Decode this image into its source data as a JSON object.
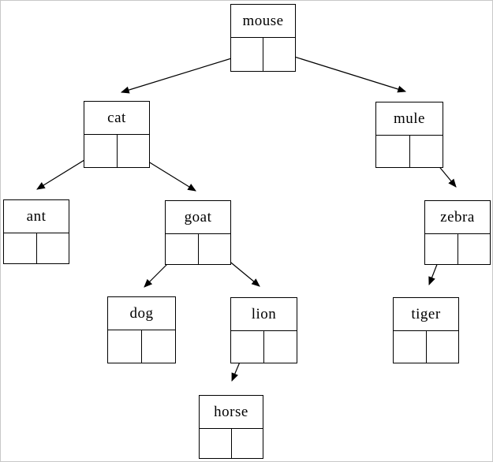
{
  "diagram": {
    "type": "binary-tree",
    "colors": {
      "background": "#ffffff",
      "line": "#000000",
      "page_border": "#c8c8c8"
    },
    "nodes": [
      {
        "id": "mouse",
        "label": "mouse"
      },
      {
        "id": "cat",
        "label": "cat"
      },
      {
        "id": "mule",
        "label": "mule"
      },
      {
        "id": "ant",
        "label": "ant"
      },
      {
        "id": "goat",
        "label": "goat"
      },
      {
        "id": "zebra",
        "label": "zebra"
      },
      {
        "id": "dog",
        "label": "dog"
      },
      {
        "id": "lion",
        "label": "lion"
      },
      {
        "id": "tiger",
        "label": "tiger"
      },
      {
        "id": "horse",
        "label": "horse"
      }
    ],
    "edges": [
      {
        "from": "mouse",
        "slot": "left",
        "to": "cat"
      },
      {
        "from": "mouse",
        "slot": "right",
        "to": "mule"
      },
      {
        "from": "cat",
        "slot": "left",
        "to": "ant"
      },
      {
        "from": "cat",
        "slot": "right",
        "to": "goat"
      },
      {
        "from": "mule",
        "slot": "right",
        "to": "zebra"
      },
      {
        "from": "goat",
        "slot": "left",
        "to": "dog"
      },
      {
        "from": "goat",
        "slot": "right",
        "to": "lion"
      },
      {
        "from": "zebra",
        "slot": "left",
        "to": "tiger"
      },
      {
        "from": "lion",
        "slot": "left",
        "to": "horse"
      }
    ]
  }
}
